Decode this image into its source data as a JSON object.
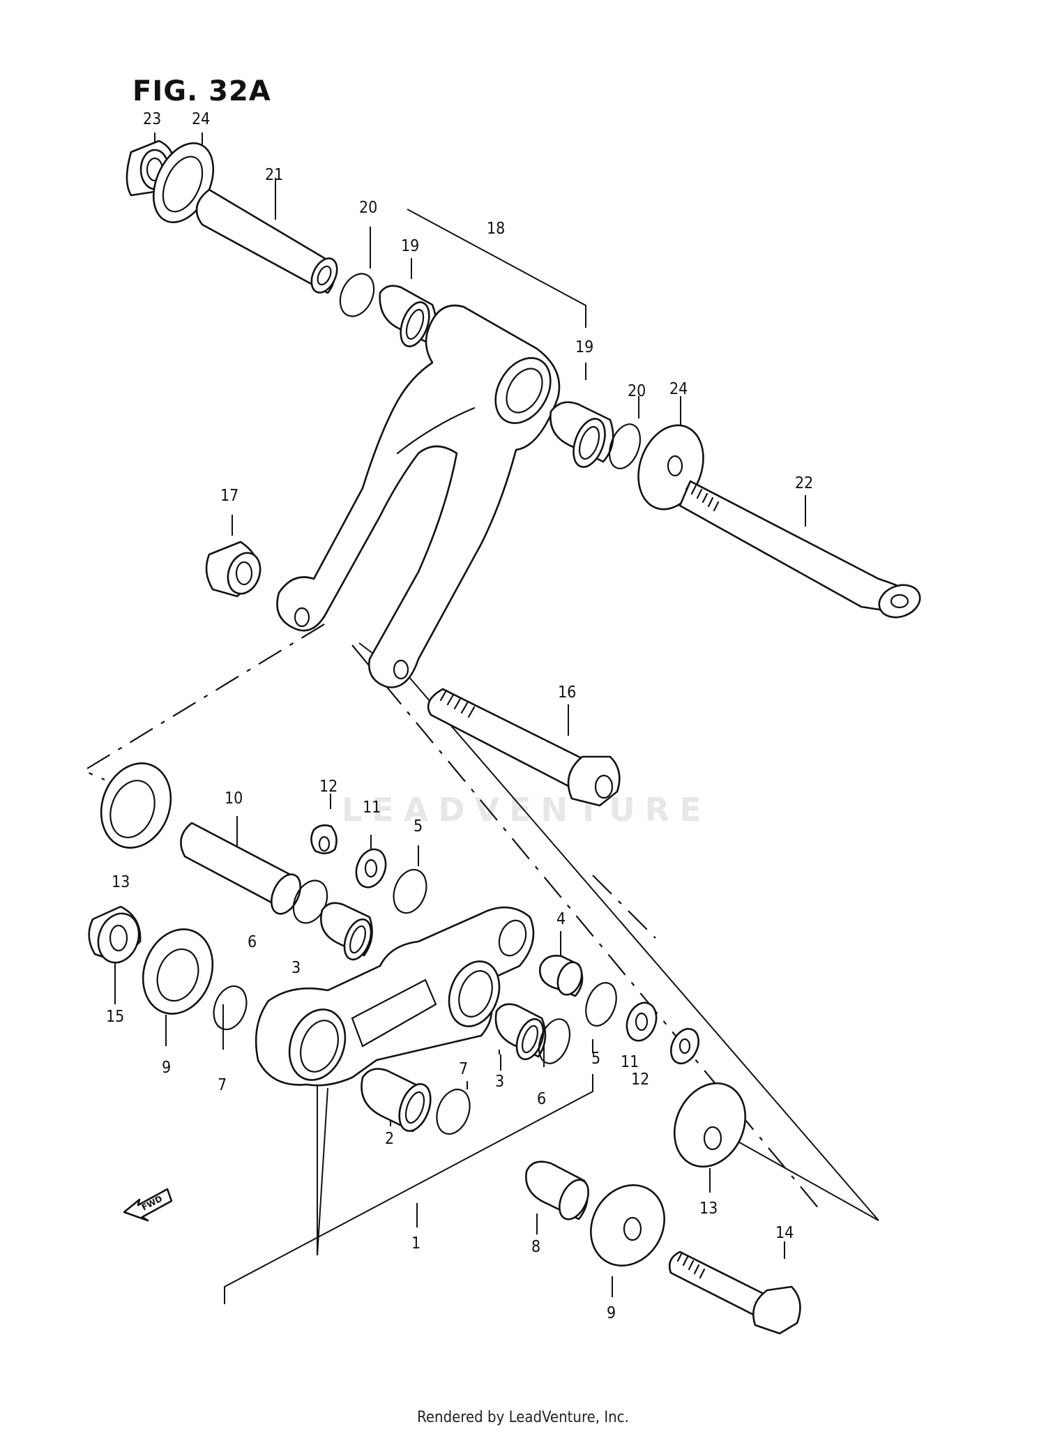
{
  "figure": {
    "title": "FIG. 32A"
  },
  "watermark": {
    "text": "LEADVENTURE"
  },
  "footer": {
    "text": "Rendered by LeadVenture, Inc."
  },
  "direction_arrow": {
    "label": "FWD",
    "icon": "fwd-arrow-icon"
  },
  "callouts": [
    {
      "id": "c23",
      "text": "23"
    },
    {
      "id": "c24a",
      "text": "24"
    },
    {
      "id": "c21",
      "text": "21"
    },
    {
      "id": "c20a",
      "text": "20"
    },
    {
      "id": "c19a",
      "text": "19"
    },
    {
      "id": "c18",
      "text": "18"
    },
    {
      "id": "c19b",
      "text": "19"
    },
    {
      "id": "c20b",
      "text": "20"
    },
    {
      "id": "c24b",
      "text": "24"
    },
    {
      "id": "c22",
      "text": "22"
    },
    {
      "id": "c17",
      "text": "17"
    },
    {
      "id": "c16",
      "text": "16"
    },
    {
      "id": "c12a",
      "text": "12"
    },
    {
      "id": "c10",
      "text": "10"
    },
    {
      "id": "c11a",
      "text": "11"
    },
    {
      "id": "c5a",
      "text": "5"
    },
    {
      "id": "c13a",
      "text": "13"
    },
    {
      "id": "c6a",
      "text": "6"
    },
    {
      "id": "c3a",
      "text": "3"
    },
    {
      "id": "c4",
      "text": "4"
    },
    {
      "id": "c15",
      "text": "15"
    },
    {
      "id": "c9a",
      "text": "9"
    },
    {
      "id": "c7a",
      "text": "7"
    },
    {
      "id": "c11b",
      "text": "11"
    },
    {
      "id": "c12b",
      "text": "12"
    },
    {
      "id": "c5b",
      "text": "5"
    },
    {
      "id": "c3b",
      "text": "3"
    },
    {
      "id": "c6b",
      "text": "6"
    },
    {
      "id": "c7b",
      "text": "7"
    },
    {
      "id": "c2",
      "text": "2"
    },
    {
      "id": "c13b",
      "text": "13"
    },
    {
      "id": "c1",
      "text": "1"
    },
    {
      "id": "c8",
      "text": "8"
    },
    {
      "id": "c9b",
      "text": "9"
    },
    {
      "id": "c14",
      "text": "14"
    }
  ]
}
